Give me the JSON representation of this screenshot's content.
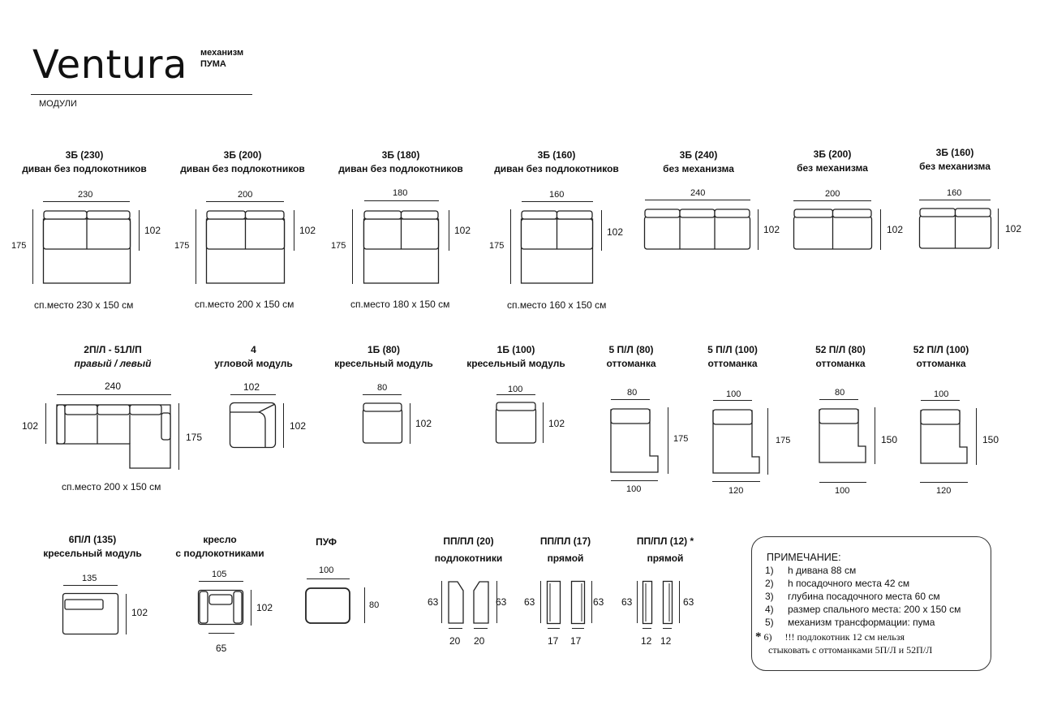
{
  "header": {
    "brand": "Ventura",
    "mechanism_line1": "механизм",
    "mechanism_line2": "ПУМА",
    "modules_label": "МОДУЛИ"
  },
  "row1": [
    {
      "code": "3Б (230)",
      "desc": "диван без подлокотников",
      "w": "230",
      "d": "175",
      "h": "102",
      "sleep": "сп.место 230 х 150 см"
    },
    {
      "code": "3Б (200)",
      "desc": "диван без подлокотников",
      "w": "200",
      "d": "175",
      "h": "102",
      "sleep": "сп.место 200 х 150 см"
    },
    {
      "code": "3Б (180)",
      "desc": "диван без подлокотников",
      "w": "180",
      "d": "175",
      "h": "102",
      "sleep": "сп.место 180 х 150 см"
    },
    {
      "code": "3Б (160)",
      "desc": "диван без подлокотников",
      "w": "160",
      "d": "175",
      "h": "102",
      "sleep": "сп.место 160 х 150 см"
    },
    {
      "code": "3Б (240)",
      "desc": "без механизма",
      "w": "240",
      "h": "102"
    },
    {
      "code": "3Б (200)",
      "desc": "без механизма",
      "w": "200",
      "h": "102"
    },
    {
      "code": "3Б (160)",
      "desc": "без механизма",
      "w": "160",
      "h": "102"
    }
  ],
  "row2": [
    {
      "code": "2П/Л - 51Л/П",
      "desc": "правый / левый",
      "w": "240",
      "h": "102",
      "d": "175",
      "sleep": "сп.место 200 х 150 см"
    },
    {
      "code": "4",
      "desc": "угловой модуль",
      "w": "102",
      "h": "102"
    },
    {
      "code": "1Б (80)",
      "desc": "кресельный модуль",
      "w": "80",
      "h": "102"
    },
    {
      "code": "1Б (100)",
      "desc": "кресельный модуль",
      "w": "100",
      "h": "102"
    },
    {
      "code": "5 П/Л (80)",
      "desc": "оттоманка",
      "w": "80",
      "d": "175",
      "bw": "100"
    },
    {
      "code": "5 П/Л (100)",
      "desc": "оттоманка",
      "w": "100",
      "d": "175",
      "bw": "120"
    },
    {
      "code": "52 П/Л (80)",
      "desc": "оттоманка",
      "w": "80",
      "d": "150",
      "bw": "100"
    },
    {
      "code": "52 П/Л (100)",
      "desc": "оттоманка",
      "w": "100",
      "d": "150",
      "bw": "120"
    }
  ],
  "row3": [
    {
      "code": "6П/Л (135)",
      "desc": "кресельный модуль",
      "w": "135",
      "h": "102"
    },
    {
      "code": "кресло",
      "desc": "с подлокотниками",
      "w": "105",
      "h": "102",
      "bw": "65"
    },
    {
      "code": "ПУФ",
      "w": "100",
      "h": "80"
    },
    {
      "code": "ПП/ПЛ (20)",
      "desc": "подлокотники",
      "h": "63",
      "w": "20"
    },
    {
      "code": "ПП/ПЛ (17)",
      "desc": "прямой",
      "h": "63",
      "w": "17"
    },
    {
      "code": "ПП/ПЛ (12) *",
      "desc": "прямой",
      "h": "63",
      "w": "12"
    }
  ],
  "note": {
    "title": "ПРИМЕЧАНИЕ:",
    "items": [
      {
        "n": "1)",
        "text": "h дивана 88 см"
      },
      {
        "n": "2)",
        "text": "h посадочного места 42 см"
      },
      {
        "n": "3)",
        "text": "глубина посадочного места 60 см"
      },
      {
        "n": "4)",
        "text": "размер спального места: 200 х 150 см"
      },
      {
        "n": "5)",
        "text": "механизм трансформации: пума"
      },
      {
        "n": "6)",
        "text": "!!! подлокотник 12 см нельзя"
      }
    ],
    "star": "*",
    "line7": "стыковать с оттоманками 5П/Л и 52П/Л"
  }
}
